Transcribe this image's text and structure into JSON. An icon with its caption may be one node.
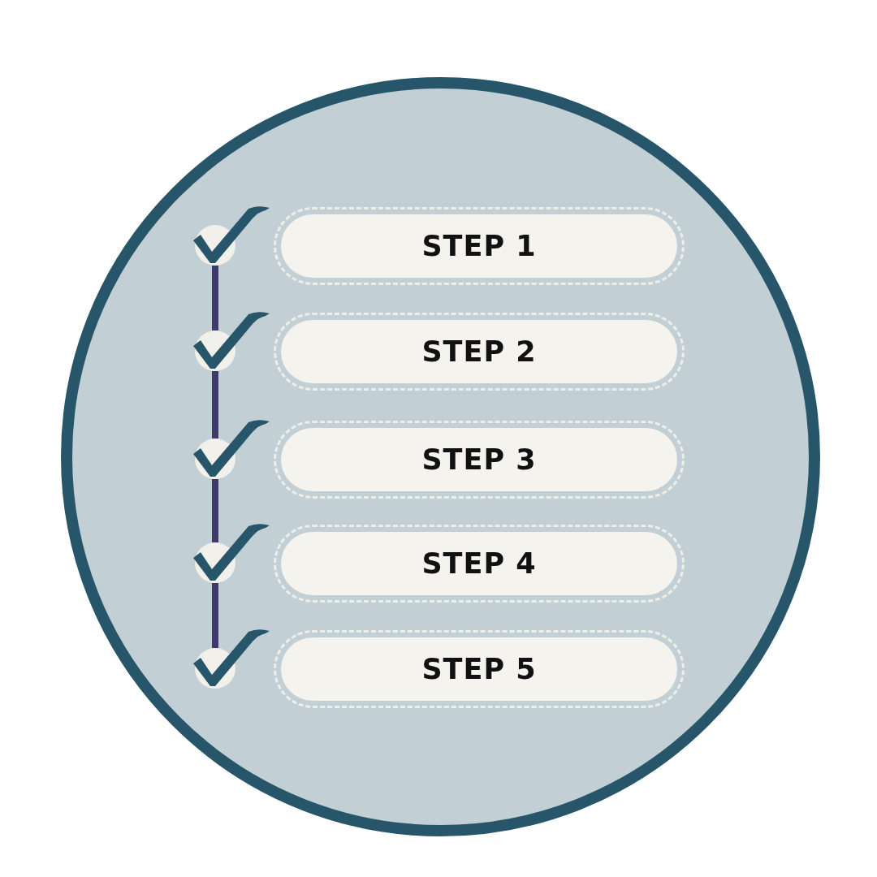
{
  "diagram": {
    "nodes": [
      {
        "text": [],
        "shape": "circle"
      },
      {
        "text": [],
        "shape": "circle",
        "in": 0
      },
      {
        "text": [
          "STEP 1"
        ],
        "in": 0
      },
      {
        "text": [],
        "shape": "circle",
        "in": 0
      },
      {
        "text": [
          "STEP 2"
        ],
        "in": 0
      },
      {
        "text": [],
        "shape": "circle",
        "in": 0
      },
      {
        "text": [
          "STEP 3"
        ],
        "in": 0
      },
      {
        "text": [],
        "shape": "circle",
        "in": 0
      },
      {
        "text": [
          "STEP 4"
        ],
        "in": 0
      },
      {
        "text": [],
        "shape": "circle",
        "in": 0
      },
      {
        "text": [
          "STEP 5"
        ],
        "in": 0
      }
    ],
    "edges": [
      {
        "from": 1,
        "to": 3,
        "arrow": "none"
      },
      {
        "from": 3,
        "to": 5,
        "arrow": "none"
      },
      {
        "from": 5,
        "to": 7,
        "arrow": "none"
      },
      {
        "from": 7,
        "to": 9,
        "arrow": "none"
      }
    ]
  }
}
